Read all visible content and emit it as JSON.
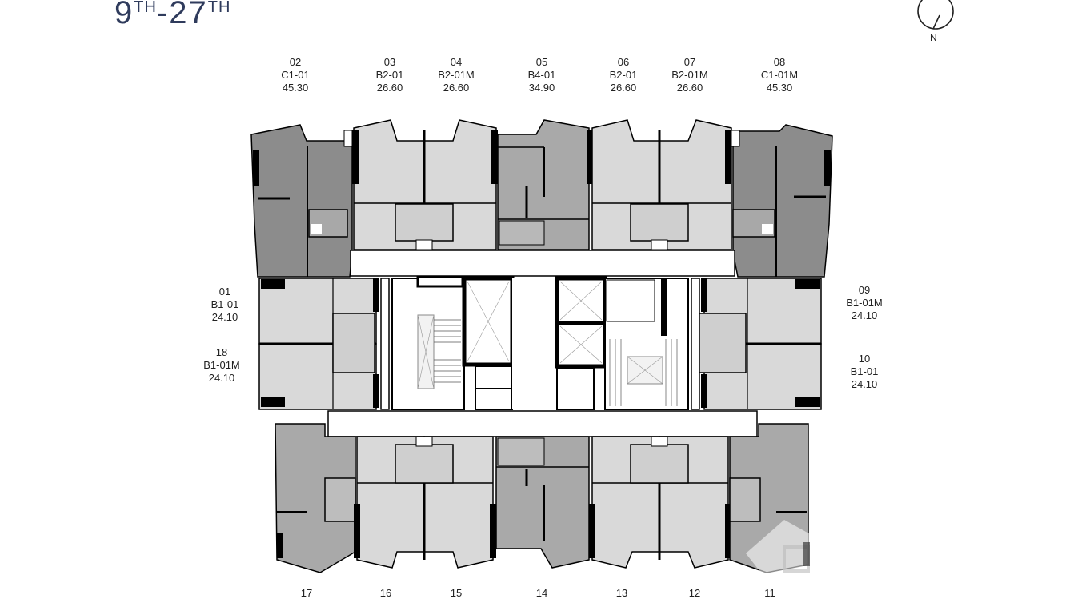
{
  "floor_title": {
    "start": "9",
    "start_suffix": "TH",
    "separator": "-",
    "end": "27",
    "end_suffix": "TH"
  },
  "compass": {
    "label": "N",
    "icon": "north-arrow-icon"
  },
  "units_top": [
    {
      "number": "02",
      "type": "C1-01",
      "area": "45.30"
    },
    {
      "number": "03",
      "type": "B2-01",
      "area": "26.60"
    },
    {
      "number": "04",
      "type": "B2-01M",
      "area": "26.60"
    },
    {
      "number": "05",
      "type": "B4-01",
      "area": "34.90"
    },
    {
      "number": "06",
      "type": "B2-01",
      "area": "26.60"
    },
    {
      "number": "07",
      "type": "B2-01M",
      "area": "26.60"
    },
    {
      "number": "08",
      "type": "C1-01M",
      "area": "45.30"
    }
  ],
  "units_left": [
    {
      "number": "01",
      "type": "B1-01",
      "area": "24.10"
    },
    {
      "number": "18",
      "type": "B1-01M",
      "area": "24.10"
    }
  ],
  "units_right": [
    {
      "number": "09",
      "type": "B1-01M",
      "area": "24.10"
    },
    {
      "number": "10",
      "type": "B1-01",
      "area": "24.10"
    }
  ],
  "units_bottom": [
    {
      "number": "17"
    },
    {
      "number": "16"
    },
    {
      "number": "15"
    },
    {
      "number": "14"
    },
    {
      "number": "13"
    },
    {
      "number": "12"
    },
    {
      "number": "11"
    }
  ],
  "colors": {
    "title": "#2f3b5c",
    "unit_c1": "#8c8c8c",
    "unit_b4": "#a9a9a9",
    "unit_b2": "#d9d9d9",
    "unit_b1": "#d9d9d9",
    "corridor": "#ffffff",
    "wall": "#000000"
  },
  "watermark": {
    "icon": "house-logo-icon"
  }
}
